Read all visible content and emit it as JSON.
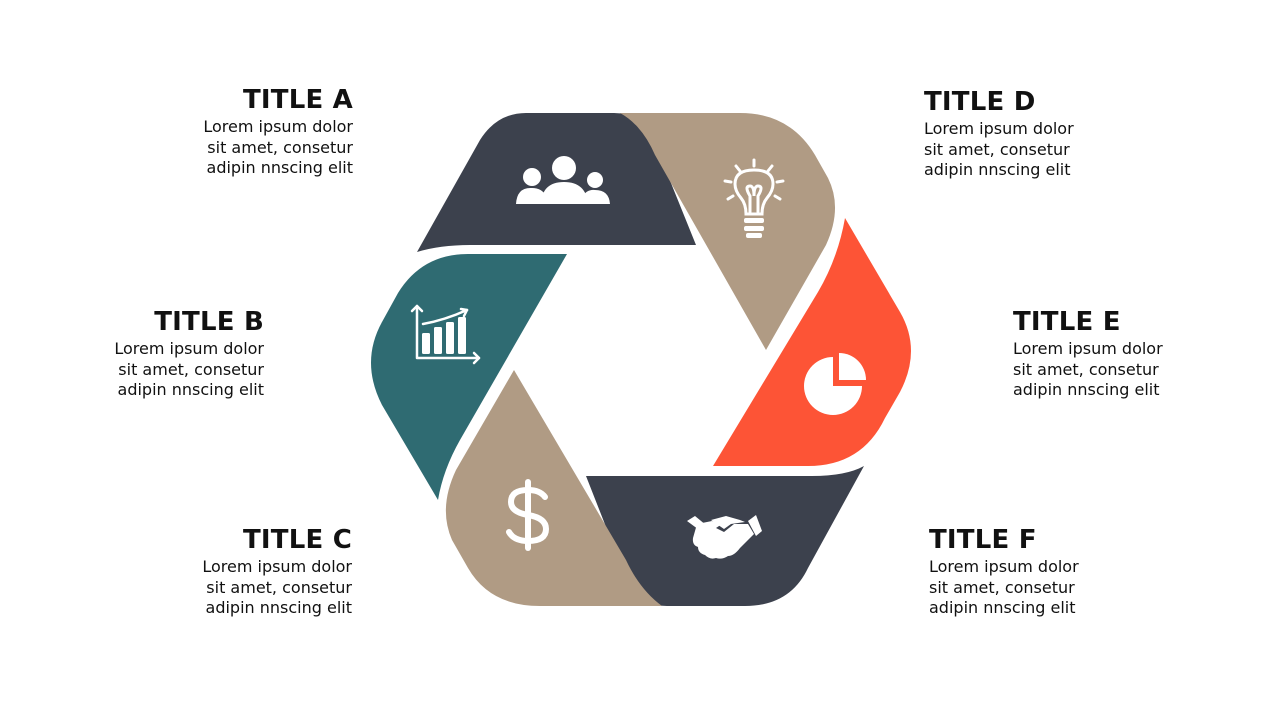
{
  "colors": {
    "segment_a": "#3c414d",
    "segment_b": "#2f6b72",
    "segment_c": "#b09b84",
    "segment_d": "#b09b84",
    "segment_e": "#fd5436",
    "segment_f": "#3c414d",
    "icon": "#ffffff"
  },
  "segments": [
    {
      "id": "a",
      "icon": "people-icon",
      "title": "TITLE A",
      "lines": [
        "Lorem ipsum dolor",
        "sit amet, consetur",
        "adipin nnscing elit"
      ]
    },
    {
      "id": "b",
      "icon": "bar-chart-icon",
      "title": "TITLE B",
      "lines": [
        "Lorem ipsum dolor",
        "sit amet, consetur",
        "adipin nnscing elit"
      ]
    },
    {
      "id": "c",
      "icon": "dollar-icon",
      "title": "TITLE C",
      "lines": [
        "Lorem ipsum dolor",
        "sit amet, consetur",
        "adipin nnscing elit"
      ]
    },
    {
      "id": "d",
      "icon": "lightbulb-icon",
      "title": "TITLE D",
      "lines": [
        "Lorem ipsum dolor",
        "sit amet, consetur",
        "adipin nnscing elit"
      ]
    },
    {
      "id": "e",
      "icon": "pie-chart-icon",
      "title": "TITLE E",
      "lines": [
        "Lorem ipsum dolor",
        "sit amet, consetur",
        "adipin nnscing elit"
      ]
    },
    {
      "id": "f",
      "icon": "handshake-icon",
      "title": "TITLE F",
      "lines": [
        "Lorem ipsum dolor",
        "sit amet, consetur",
        "adipin nnscing elit"
      ]
    }
  ]
}
